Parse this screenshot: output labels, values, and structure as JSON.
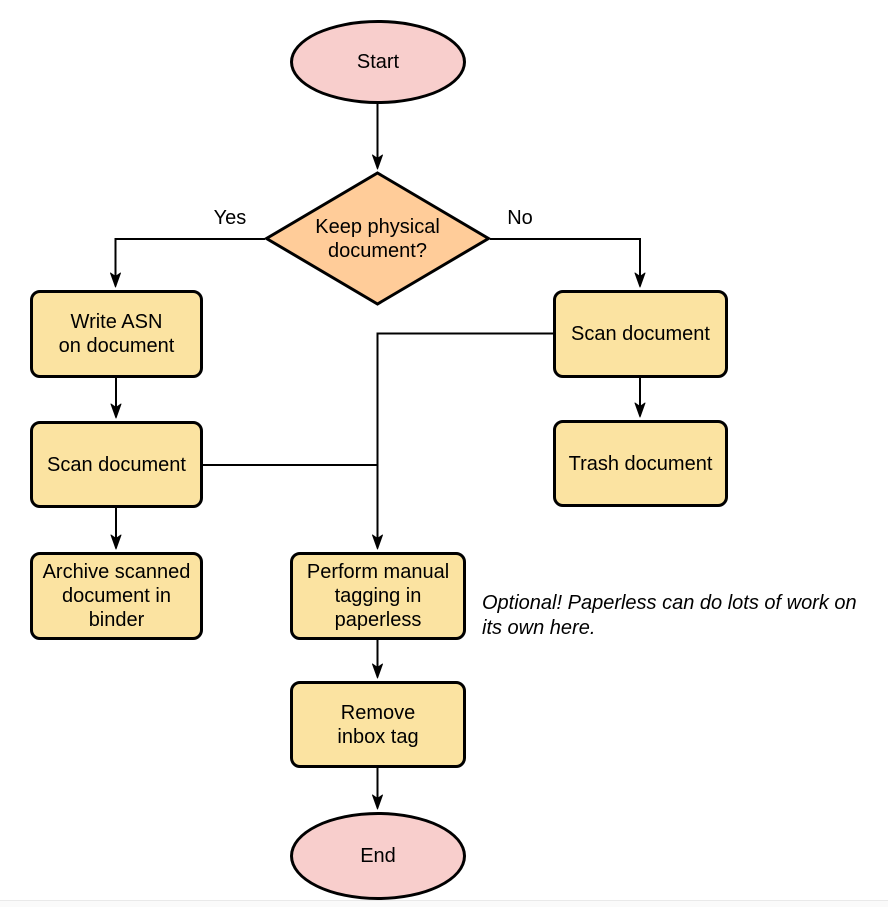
{
  "diagram": {
    "nodes": {
      "start": {
        "label": "Start",
        "type": "terminal"
      },
      "decision": {
        "label": "Keep physical\ndocument?",
        "type": "decision"
      },
      "write_asn": {
        "label": "Write ASN\non document",
        "type": "process"
      },
      "scan_left": {
        "label": "Scan document",
        "type": "process"
      },
      "archive": {
        "label": "Archive scanned\ndocument in\nbinder",
        "type": "process"
      },
      "scan_right": {
        "label": "Scan document",
        "type": "process"
      },
      "trash": {
        "label": "Trash document",
        "type": "process"
      },
      "tagging": {
        "label": "Perform manual\ntagging in\npaperless",
        "type": "process"
      },
      "remove_inbox": {
        "label": "Remove\ninbox tag",
        "type": "process"
      },
      "end": {
        "label": "End",
        "type": "terminal"
      }
    },
    "edge_labels": {
      "yes": "Yes",
      "no": "No"
    },
    "annotation": "Optional! Paperless can do lots of work on\nits own here.",
    "colors": {
      "terminal_fill": "#F8CECC",
      "decision_fill": "#FFCC99",
      "process_fill": "#FBE3A1",
      "stroke": "#000000",
      "background": "#FFFFFF"
    }
  }
}
